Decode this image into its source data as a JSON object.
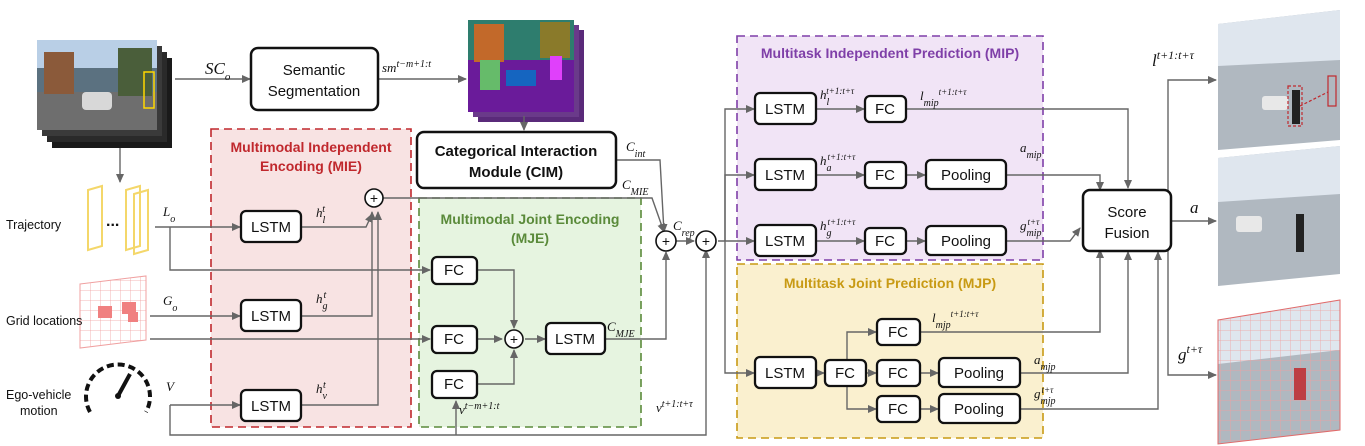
{
  "modules": {
    "mie": {
      "title_line1": "Multimodal Independent",
      "title_line2": "Encoding (MIE)"
    },
    "mje": {
      "title_line1": "Multimodal Joint Encoding",
      "title_line2": "(MJE)"
    },
    "mip": {
      "title": "Multitask Independent Prediction (MIP)"
    },
    "mjp": {
      "title": "Multitask Joint Prediction (MJP)"
    }
  },
  "blocks": {
    "semseg_line1": "Semantic",
    "semseg_line2": "Segmentation",
    "cim_line1": "Categorical Interaction",
    "cim_line2": "Module (CIM)",
    "lstm": "LSTM",
    "fc": "FC",
    "pooling": "Pooling",
    "score_line1": "Score",
    "score_line2": "Fusion"
  },
  "inputs": {
    "trajectory": "Trajectory",
    "grid_line1": "Grid locations",
    "ego_line1": "Ego-vehicle",
    "ego_line2": "motion",
    "dots": "..."
  },
  "math": {
    "sc_o": "SC_o",
    "sm": "sm^{t−m+1:t}",
    "l_o": "L_o",
    "g_o": "G_o",
    "v": "V",
    "h_l": "h_l^t",
    "h_g": "h_g^t",
    "h_v": "h_v^t",
    "c_int": "C_int",
    "c_mie": "C_MIE",
    "c_mje": "C_MJE",
    "c_rep": "C_rep",
    "v_past": "v^{t−m+1:t}",
    "v_future": "v^{t+1:t+τ}",
    "h_l_f": "h_l^{t+1:t+τ}",
    "h_a_f": "h_a^{t+1:t+τ}",
    "h_g_f": "h_g^{t+1:t+τ}",
    "l_mip": "l_mip^{t+1:t+τ}",
    "a_mip": "a_mip",
    "g_mip": "g_mip^{t+τ}",
    "l_mjp": "l_mjp^{t+1:t+τ}",
    "a_mjp": "a_mjp",
    "g_mjp": "g_mjp^{t+τ}",
    "out_l": "l^{t+1:t+τ}",
    "out_a": "a",
    "out_g": "g^{t+τ}"
  },
  "colors": {
    "mie": "#c0282d",
    "mie_fill": "#f8e3e3",
    "mje": "#5a8a3a",
    "mje_fill": "#e6f4e0",
    "mip": "#7f3fa8",
    "mip_fill": "#f1e4f6",
    "mjp": "#c89a14",
    "mjp_fill": "#faf0cf"
  }
}
